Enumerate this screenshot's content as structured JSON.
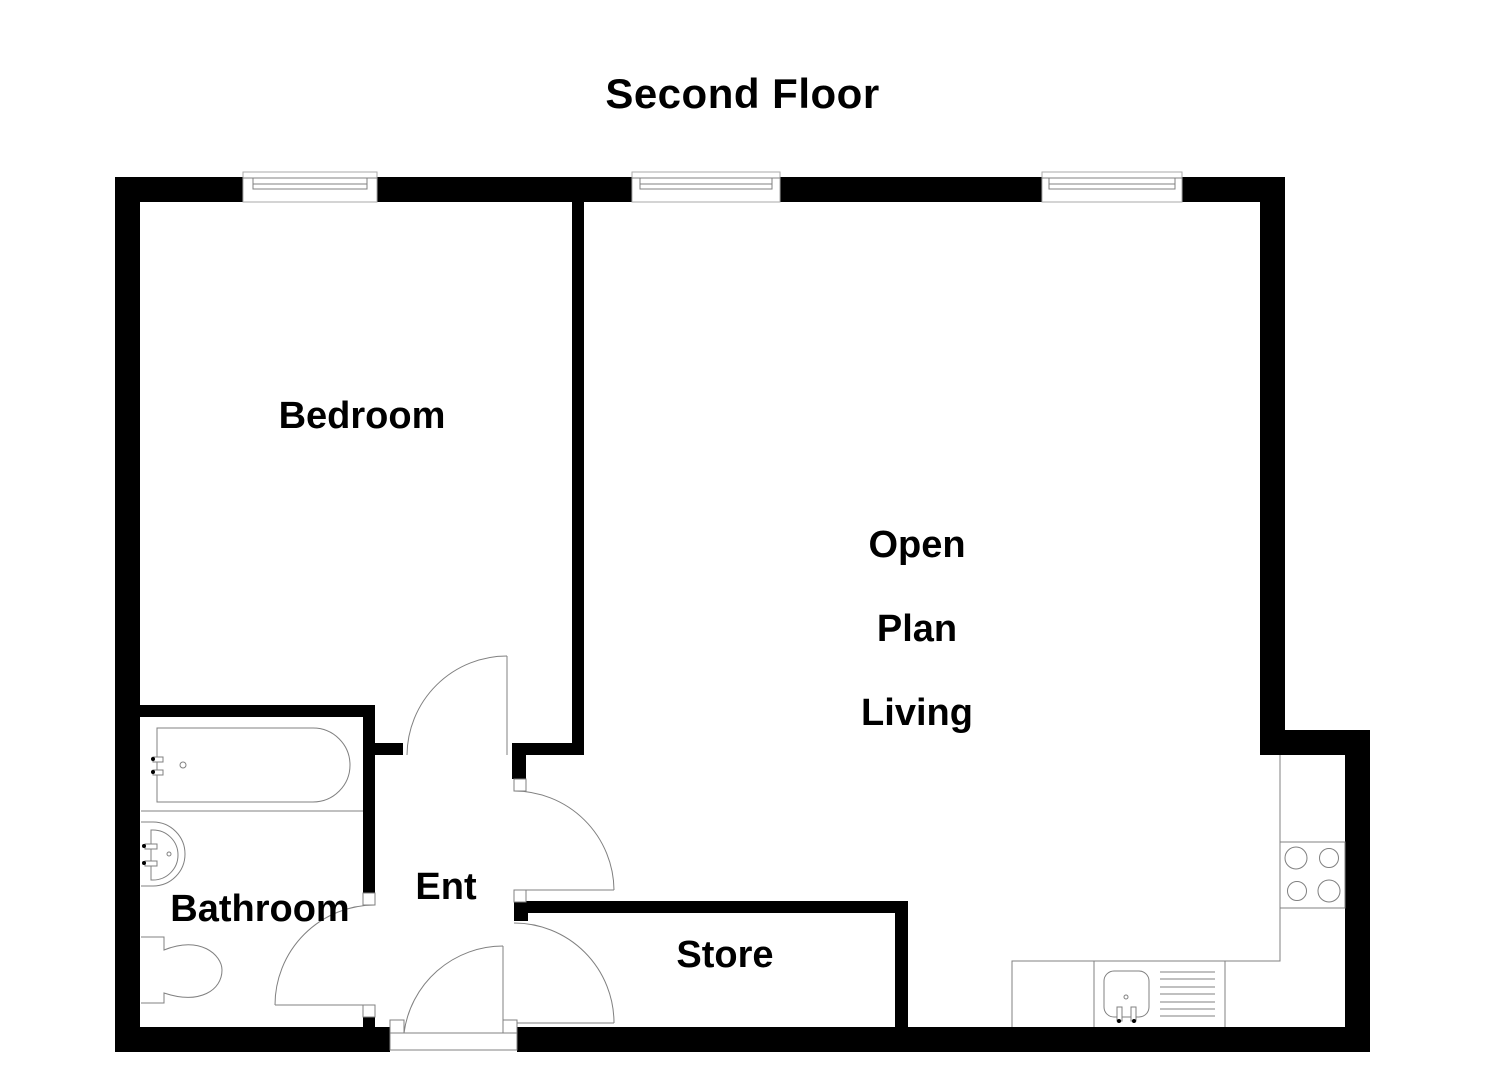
{
  "title": "Second Floor",
  "rooms": {
    "bedroom": "Bedroom",
    "living_line1": "Open",
    "living_line2": "Plan",
    "living_line3": "Living",
    "bathroom": "Bathroom",
    "entrance": "Ent",
    "store": "Store"
  },
  "colors": {
    "wall": "#000000",
    "fixture": "#808080",
    "background": "#ffffff"
  },
  "fixtures": [
    "window",
    "window",
    "window",
    "bath",
    "washbasin",
    "toilet",
    "hob",
    "sink-with-drainer",
    "door",
    "door",
    "door",
    "door",
    "door"
  ]
}
